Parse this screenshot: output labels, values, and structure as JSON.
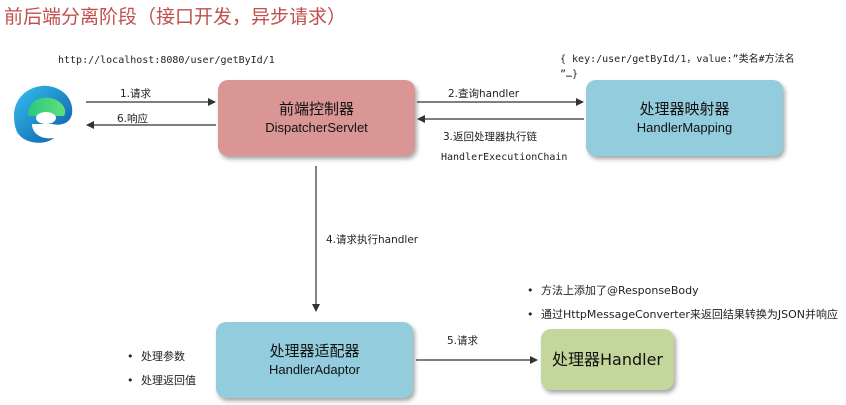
{
  "title": "前后端分离阶段（接口开发，异步请求）",
  "url": "http://localhost:8080/user/getById/1",
  "mapping_note_line1": "{ key:/user/getById/1，value:”类名#方法名",
  "mapping_note_line2": "”…}",
  "dispatcher": {
    "cn": "前端控制器",
    "en": "DispatcherServlet"
  },
  "mapping": {
    "cn": "处理器映射器",
    "en": "HandlerMapping"
  },
  "adaptor": {
    "cn": "处理器适配器",
    "en": "HandlerAdaptor"
  },
  "handler": {
    "cn": "处理器Handler"
  },
  "arrows": {
    "a1": "1.请求",
    "a6": "6.响应",
    "a2": "2.查询handler",
    "a3": "3.返回处理器执行链",
    "a3_sub": "HandlerExecutionChain",
    "a4": "4.请求执行handler",
    "a5": "5.请求"
  },
  "handler_notes": [
    "方法上添加了@ResponseBody",
    "通过HttpMessageConverter来返回结果转换为JSON并响应"
  ],
  "adaptor_notes": [
    "处理参数",
    "处理返回值"
  ],
  "colors": {
    "title": "#c0504d",
    "dispatcher": "#d99694",
    "mapping": "#93cddd",
    "adaptor": "#93cddd",
    "handler": "#c3d69b"
  },
  "browser_icon": "edge-browser-icon"
}
